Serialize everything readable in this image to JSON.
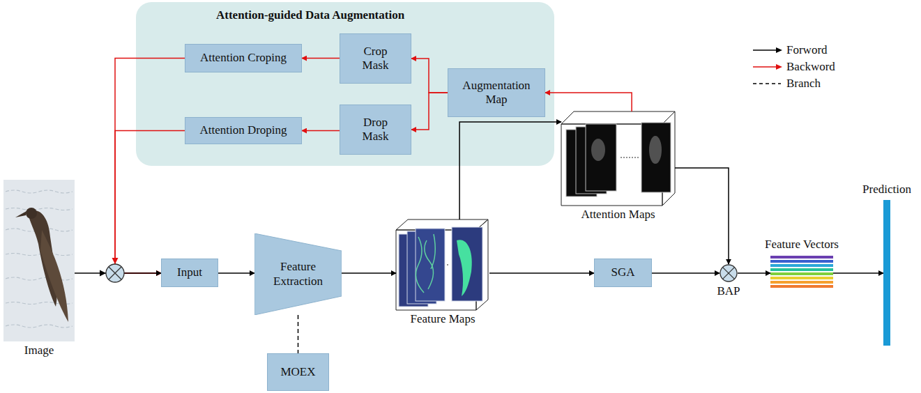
{
  "diagram": {
    "nodes": [
      {
        "text": [
          "Attention-guided Data Augmentation"
        ]
      },
      {
        "text": [
          "Attention Croping"
        ],
        "in": 0
      },
      {
        "text": [
          "Crop Mask"
        ],
        "in": 0
      },
      {
        "text": [
          "Augmentation Map"
        ],
        "in": 0
      },
      {
        "text": [
          "Attention Droping"
        ],
        "in": 0
      },
      {
        "text": [
          "Drop Mask"
        ],
        "in": 0
      },
      {
        "text": [
          "Image"
        ]
      },
      {
        "text": [
          "Input"
        ]
      },
      {
        "text": [
          "Feature Extraction"
        ]
      },
      {
        "text": [
          "Feature Maps"
        ]
      },
      {
        "text": [
          "Attention Maps"
        ]
      },
      {
        "text": [
          "SGA"
        ]
      },
      {
        "text": [
          "BAP"
        ]
      },
      {
        "text": [
          "Feature Vectors"
        ]
      },
      {
        "text": [
          "Prediction"
        ]
      },
      {
        "text": [
          "MOEX"
        ]
      }
    ],
    "edges": [
      {
        "from": 10,
        "to": 3,
        "arrow": "to"
      },
      {
        "from": 3,
        "to": 2,
        "arrow": "to"
      },
      {
        "from": 3,
        "to": 5,
        "arrow": "to"
      },
      {
        "from": 2,
        "to": 1,
        "arrow": "to"
      },
      {
        "from": 5,
        "to": 4,
        "arrow": "to"
      },
      {
        "from": 1,
        "to": 7,
        "arrow": "to"
      },
      {
        "from": 4,
        "to": 7,
        "arrow": "to"
      },
      {
        "from": 6,
        "to": 7,
        "arrow": "to"
      },
      {
        "from": 7,
        "to": 8,
        "arrow": "to"
      },
      {
        "from": 8,
        "to": 9,
        "arrow": "to"
      },
      {
        "from": 9,
        "to": 10,
        "arrow": "to"
      },
      {
        "from": 9,
        "to": 11,
        "arrow": "to"
      },
      {
        "from": 11,
        "to": 12,
        "arrow": "to"
      },
      {
        "from": 10,
        "to": 12,
        "arrow": "to"
      },
      {
        "from": 12,
        "to": 13,
        "arrow": "to"
      },
      {
        "from": 13,
        "to": 14,
        "arrow": "to"
      },
      {
        "from": 8,
        "to": 15,
        "arrow": "none"
      }
    ],
    "legend": [
      {
        "text": "Forword"
      },
      {
        "text": "Backword"
      },
      {
        "text": "Branch"
      }
    ]
  }
}
